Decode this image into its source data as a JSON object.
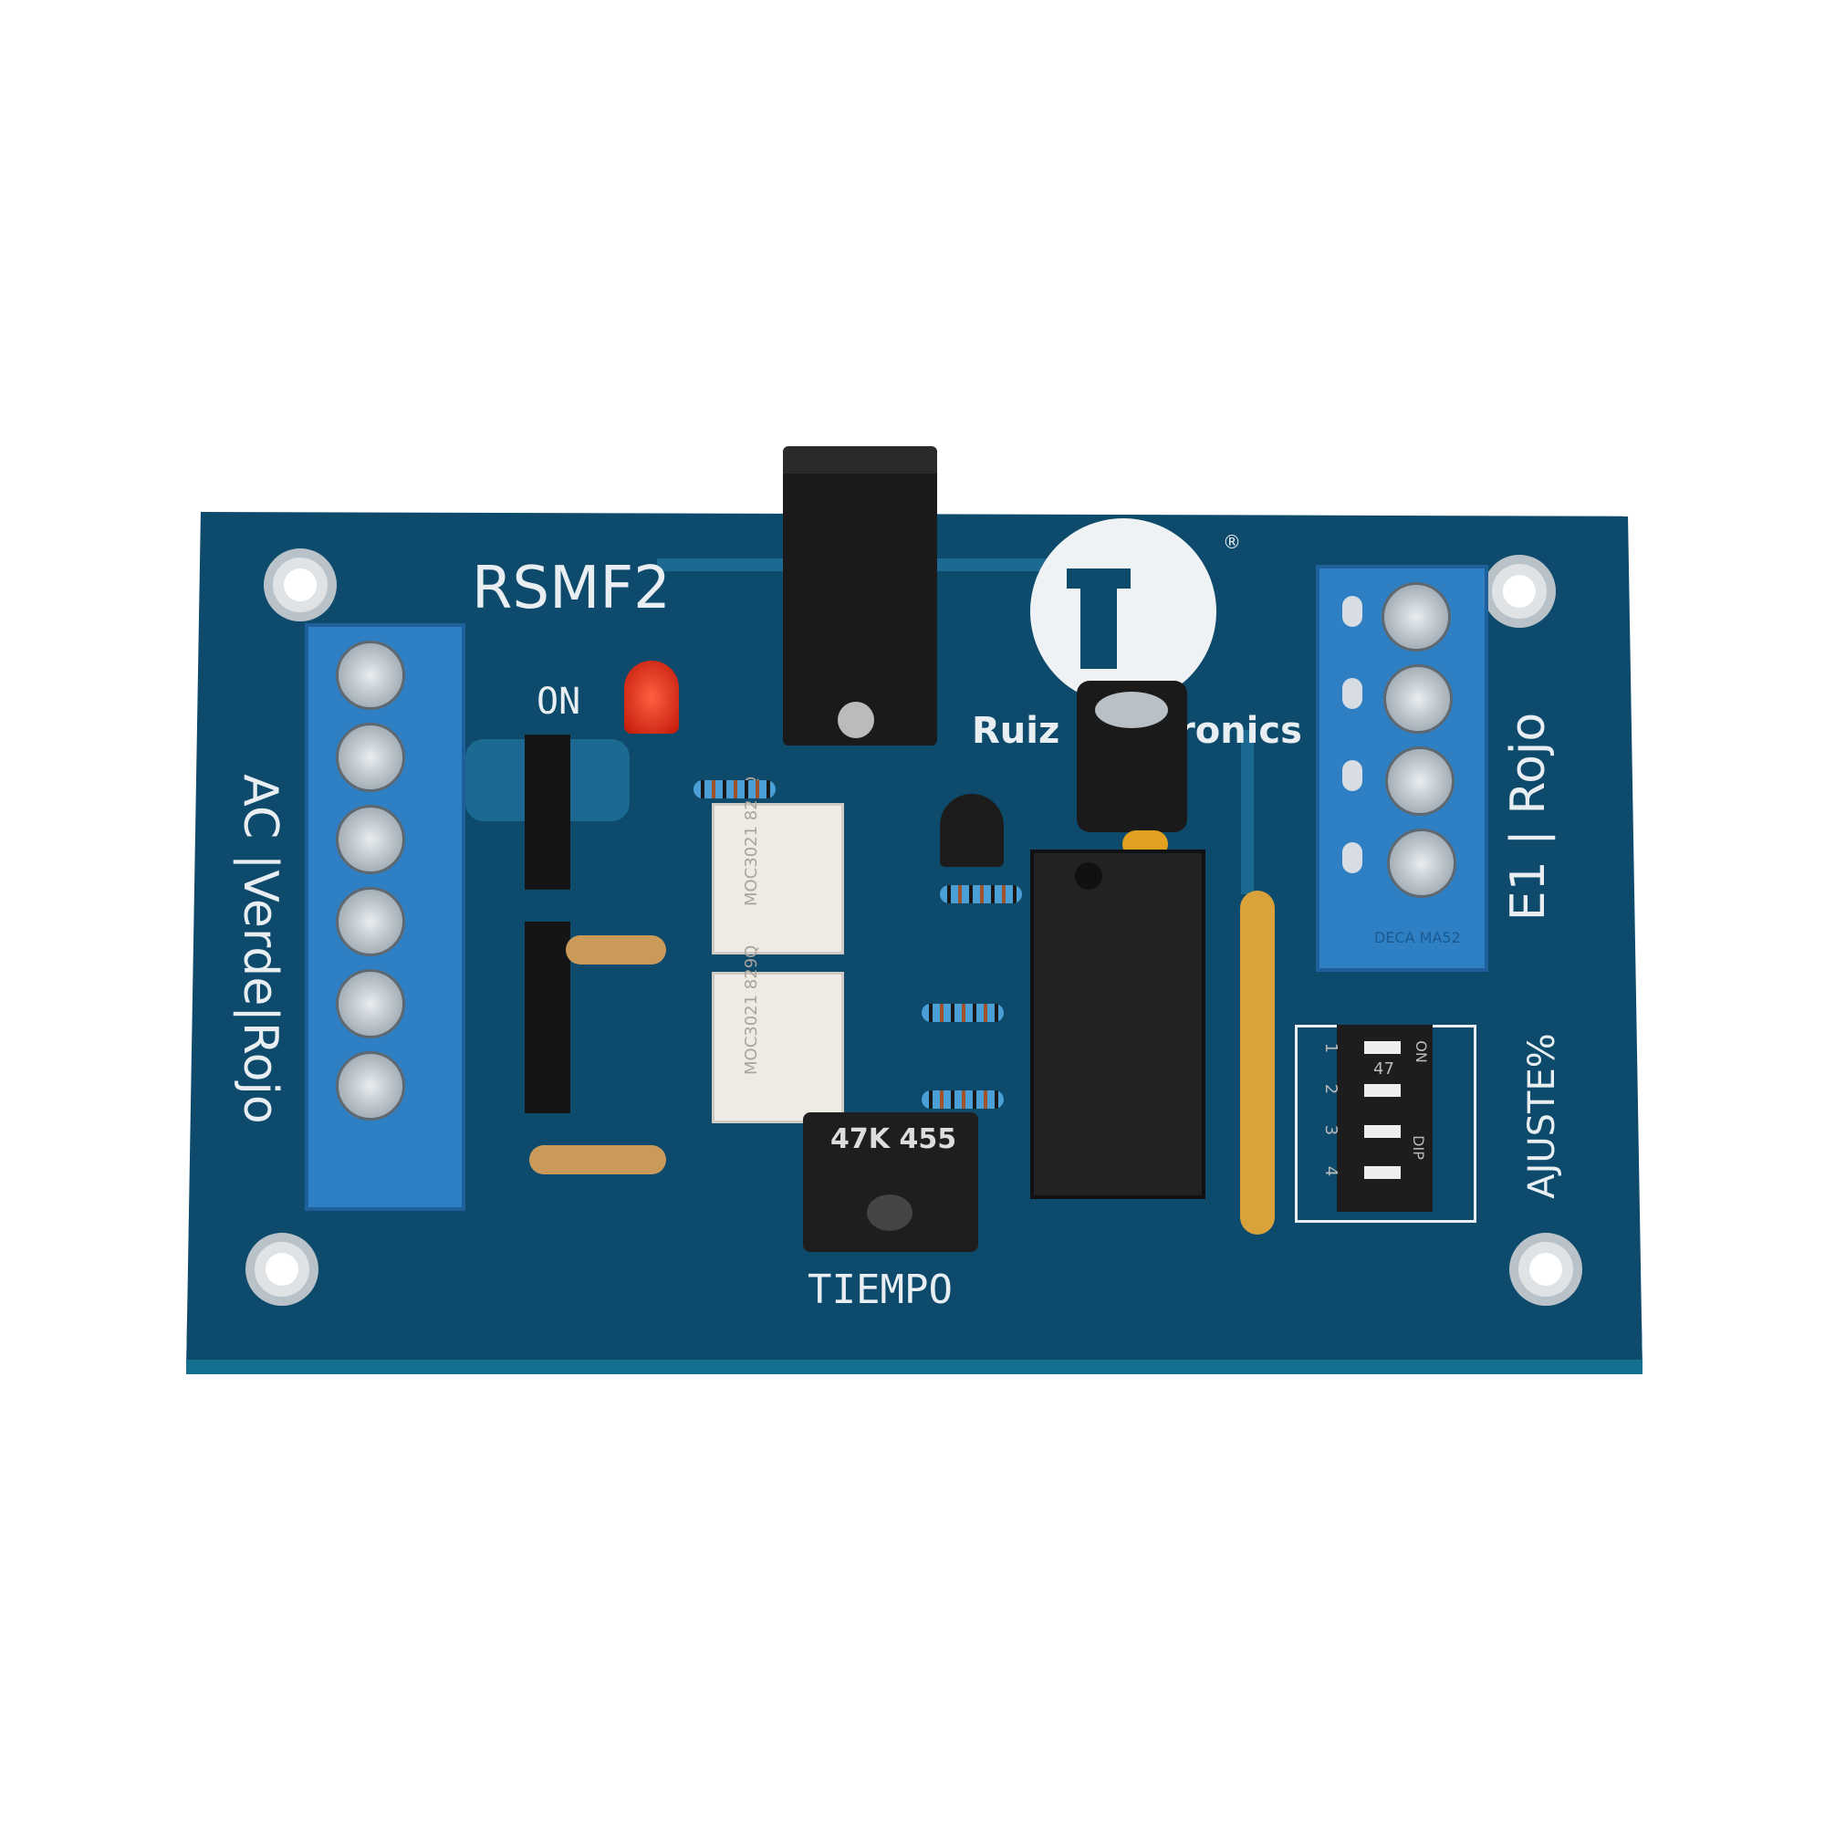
{
  "board": {
    "model": "RSMF2",
    "led_label": "ON",
    "left_terminal_label": "AC |Verde|Rojo",
    "right_terminal_label": "E1 | Rojo",
    "dip_label": "AJUSTE%",
    "trimpot_label": "TIEMPO",
    "brand_left": "Ruiz",
    "brand_right": "ronics",
    "optocoupler_1": {
      "part": "MOC3021",
      "code": "829Q"
    },
    "optocoupler_2": {
      "part": "MOC3021",
      "code": "829Q"
    },
    "trimpot_marking": "47K 455",
    "dip": {
      "marking": "47",
      "on_label": "ON",
      "dip_label": "DIP",
      "numbers": [
        "1",
        "2",
        "3",
        "4"
      ]
    },
    "terminal_marking": "DECA MA52",
    "registered_mark": "®"
  },
  "colors": {
    "pcb": "#0d4a6b",
    "terminal": "#2f7fc4",
    "silkscreen": "#e8eef2",
    "led": "#e02010"
  }
}
